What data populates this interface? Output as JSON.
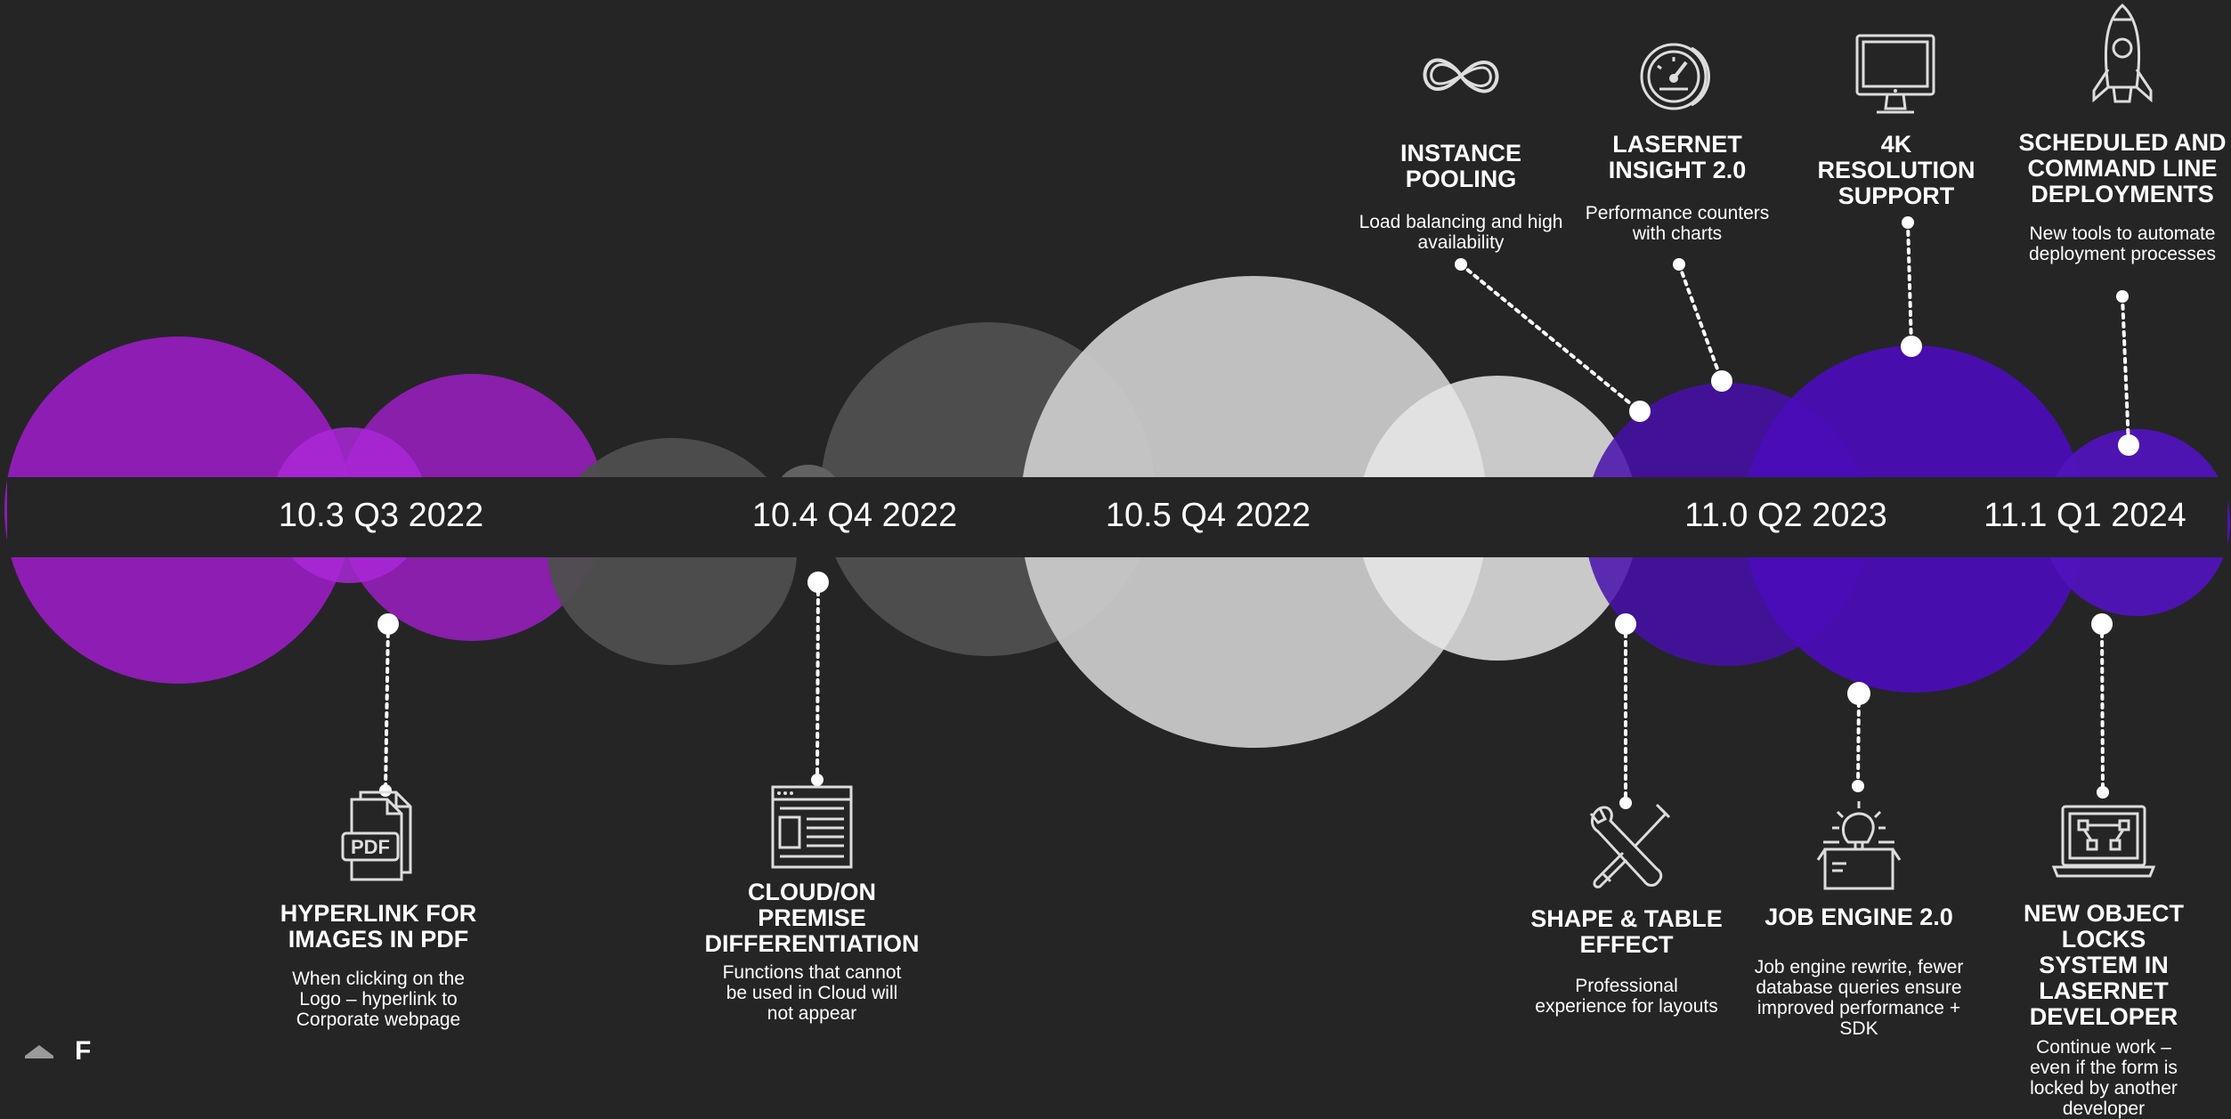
{
  "versions": [
    {
      "id": "10.3",
      "label": "10.3 Q3 2022",
      "color": "#9b1fc4"
    },
    {
      "id": "10.4",
      "label": "10.4 Q4 2022",
      "color": "#5a5a5a"
    },
    {
      "id": "10.5",
      "label": "10.5 Q4 2022",
      "color": "#c9c9c9"
    },
    {
      "id": "11.0",
      "label": "11.0 Q2 2023",
      "color": "#4a10b0"
    },
    {
      "id": "11.1",
      "label": "11.1 Q1 2024",
      "color": "#4a10b0"
    }
  ],
  "features": {
    "instance_pooling": {
      "title": "INSTANCE POOLING",
      "desc": "Load balancing and high availability",
      "icon": "infinity-icon"
    },
    "insight": {
      "title": "LASERNET INSIGHT 2.0",
      "desc": "Performance counters with charts",
      "icon": "speedometer-icon"
    },
    "resolution_4k": {
      "title": "4K RESOLUTION SUPPORT",
      "desc": "",
      "icon": "monitor-icon"
    },
    "deployments": {
      "title": "SCHEDULED AND COMMAND LINE DEPLOYMENTS",
      "desc": "New tools to automate deployment processes",
      "icon": "rocket-icon"
    },
    "hyperlink": {
      "title": "HYPERLINK FOR IMAGES IN PDF",
      "desc": "When clicking on the Logo – hyperlink to Corporate webpage",
      "icon": "pdf-icon"
    },
    "cloud": {
      "title": "CLOUD/ON PREMISE DIFFERENTIATION",
      "desc": "Functions that cannot be used in Cloud will not appear",
      "icon": "browser-window-icon"
    },
    "shape_table": {
      "title": "SHAPE & TABLE EFFECT",
      "desc": "Professional experience for layouts",
      "icon": "tools-icon"
    },
    "job_engine": {
      "title": "JOB ENGINE 2.0",
      "desc": "Job engine rewrite, fewer database queries ensure improved performance + SDK",
      "icon": "lightbulb-box-icon"
    },
    "object_locks": {
      "title": "NEW OBJECT LOCKS SYSTEM IN LASERNET DEVELOPER",
      "desc": "Continue work – even if the form is locked by another developer",
      "icon": "laptop-nodes-icon"
    }
  },
  "footer": {
    "logo_text": "F"
  }
}
